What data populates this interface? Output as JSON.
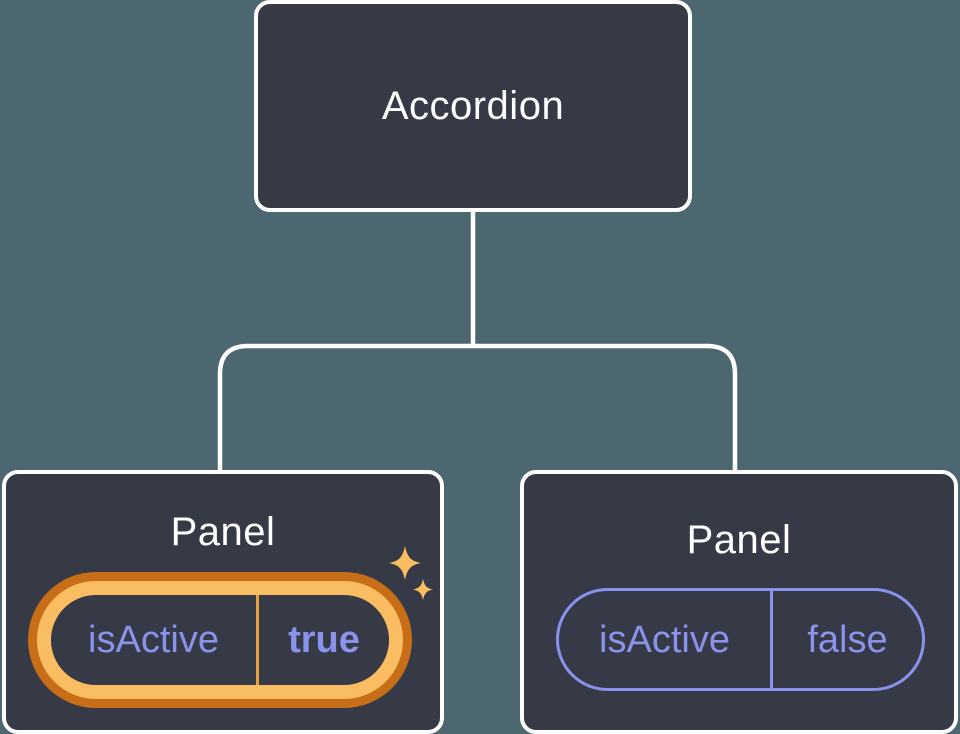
{
  "diagram": {
    "type": "component-tree",
    "root": {
      "label": "Accordion"
    },
    "children": [
      {
        "label": "Panel",
        "prop": {
          "name": "isActive",
          "value": "true"
        },
        "highlighted": true
      },
      {
        "label": "Panel",
        "prop": {
          "name": "isActive",
          "value": "false"
        },
        "highlighted": false
      }
    ]
  },
  "colors": {
    "background": "#4C6770",
    "node_fill": "#353A46",
    "node_border": "#FFFFFF",
    "connector": "#FFFFFF",
    "prop_text": "#8A93EC",
    "highlight_ring_outer": "#C76E17",
    "highlight_ring_inner": "#FABD62",
    "highlight_divider": "#E6A13F",
    "sparkle": "#FABD62"
  },
  "icons": {
    "sparkle": "four-point-star"
  }
}
